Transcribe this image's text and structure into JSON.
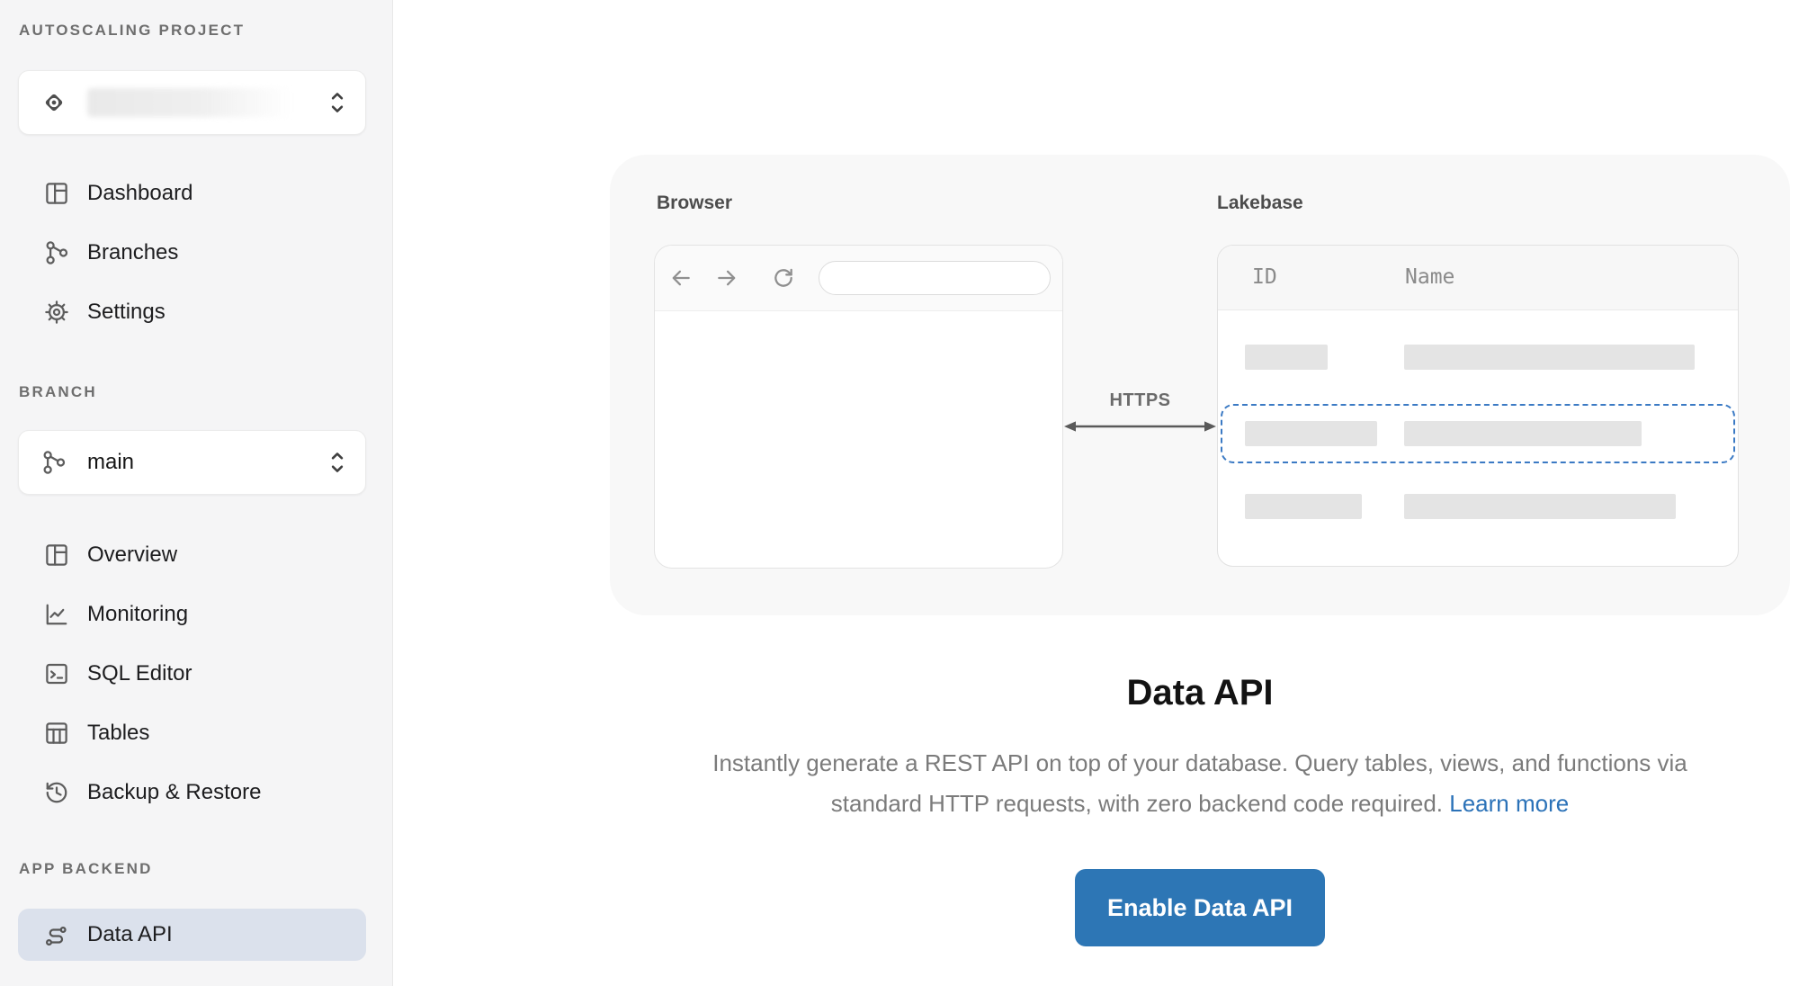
{
  "sidebar": {
    "sections": [
      {
        "label": "AUTOSCALING PROJECT"
      },
      {
        "label": "BRANCH"
      },
      {
        "label": "APP BACKEND"
      }
    ],
    "project_selector": {
      "redacted": true
    },
    "branch_selector": {
      "value": "main"
    },
    "project_nav": [
      {
        "label": "Dashboard"
      },
      {
        "label": "Branches"
      },
      {
        "label": "Settings"
      }
    ],
    "branch_nav": [
      {
        "label": "Overview"
      },
      {
        "label": "Monitoring"
      },
      {
        "label": "SQL Editor"
      },
      {
        "label": "Tables"
      },
      {
        "label": "Backup & Restore"
      }
    ],
    "app_backend_nav": [
      {
        "label": "Data API",
        "selected": true
      }
    ]
  },
  "main": {
    "illustration": {
      "browser_label": "Browser",
      "lakebase_label": "Lakebase",
      "connector_label": "HTTPS",
      "table": {
        "columns": [
          "ID",
          "Name"
        ],
        "placeholder_rows": 3,
        "highlighted_row_index": 1
      }
    },
    "heading": "Data API",
    "description_line1": "Instantly generate a REST API on top of your database. Query tables, views, and functions via",
    "description_line2": "standard HTTP requests, with zero backend code required.",
    "learn_more_label": "Learn more",
    "enable_button_label": "Enable Data API"
  },
  "colors": {
    "accent_blue": "#2d76b5",
    "link_blue": "#2b72b8",
    "selected_item_bg": "#dbe1ec",
    "highlight_dashed_border": "#3b7ac4",
    "sidebar_bg": "#f5f5f6",
    "illustration_bg": "#f8f8f8"
  }
}
